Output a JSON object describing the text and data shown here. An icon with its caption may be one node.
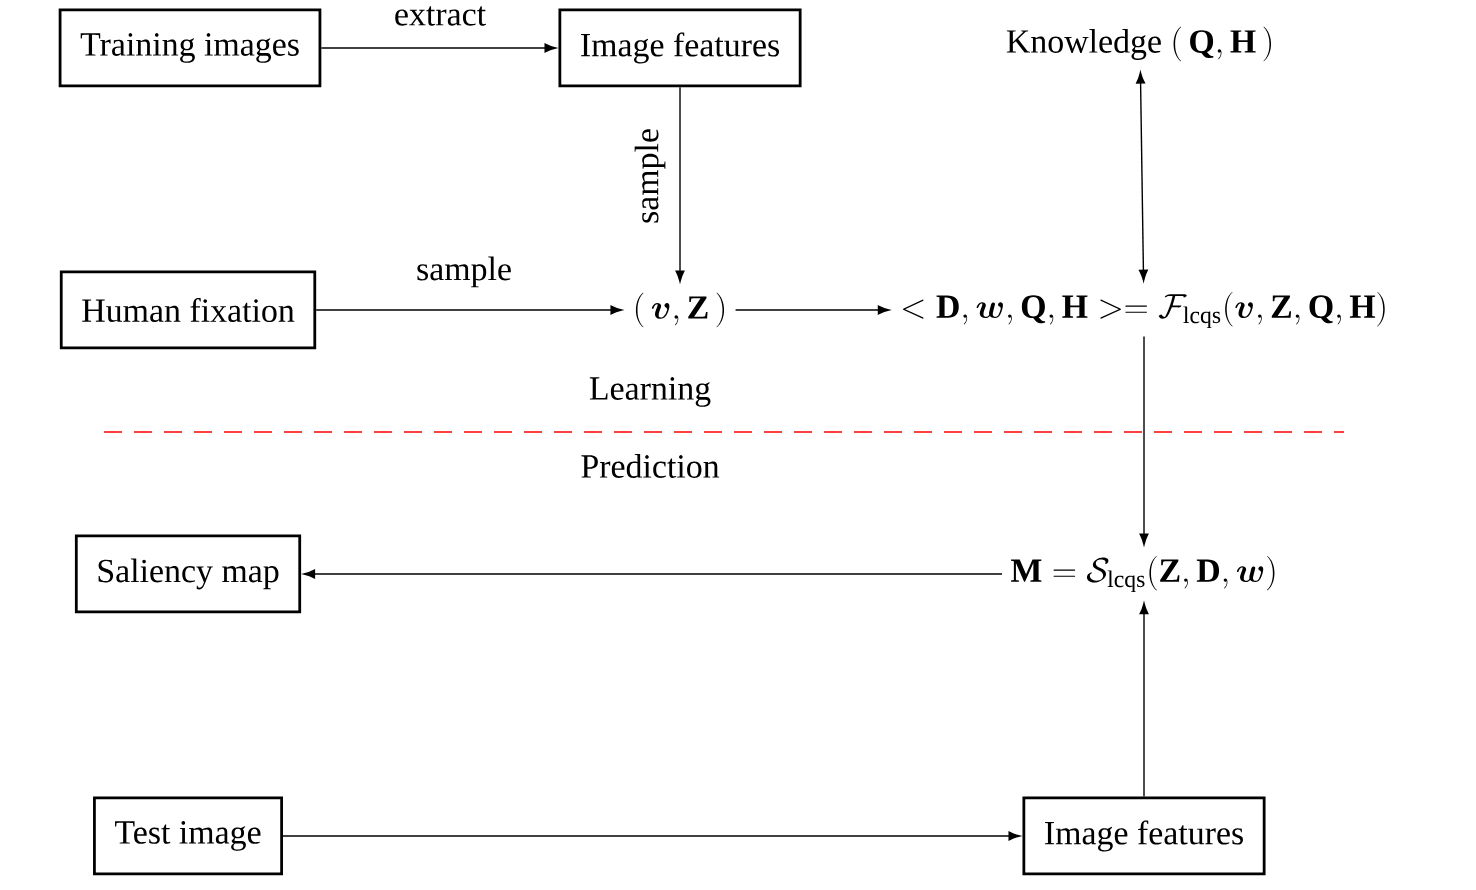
{
  "diagram": {
    "nodes": [
      {
        "text": [
          "Training images"
        ]
      },
      {
        "text": [
          "Image features"
        ]
      },
      {
        "text": [
          "\\text{Knowledge}\\ (\\,\\mathbf{Q},\\mathbf{H}\\,)"
        ]
      },
      {
        "text": [
          "Human fixation"
        ]
      },
      {
        "text": [
          "(\\,\\boldsymbol{v},\\mathbf{Z}\\,)"
        ]
      },
      {
        "text": [
          "<\\mathbf{D},\\boldsymbol{w},\\mathbf{Q},\\mathbf{H}>=\\mathcal{F}_{\\text{lcqs}}(\\boldsymbol{v},\\mathbf{Z},\\mathbf{Q},\\mathbf{H})"
        ]
      },
      {
        "text": [
          "Saliency map"
        ]
      },
      {
        "text": [
          "\\mathbf{M}=\\mathcal{S}_{\\text{lcqs}}(\\mathbf{Z},\\mathbf{D},\\boldsymbol{w})"
        ]
      },
      {
        "text": [
          "Test image"
        ]
      },
      {
        "text": [
          "Image features"
        ]
      }
    ],
    "edges": [
      {
        "from": 0,
        "to": 1,
        "arrow": "to",
        "label": "extract"
      },
      {
        "from": 1,
        "to": 4,
        "arrow": "to",
        "label": "sample"
      },
      {
        "from": 2,
        "to": 5,
        "arrow": "both"
      },
      {
        "from": 3,
        "to": 4,
        "arrow": "to",
        "label": "sample"
      },
      {
        "from": 4,
        "to": 5,
        "arrow": "to"
      },
      {
        "from": 5,
        "to": 7,
        "arrow": "to"
      },
      {
        "from": 7,
        "to": 6,
        "arrow": "to"
      },
      {
        "from": 8,
        "to": 9,
        "arrow": "to"
      },
      {
        "from": 9,
        "to": 7,
        "arrow": "to"
      }
    ],
    "labels": [
      "Learning",
      "Prediction"
    ]
  }
}
